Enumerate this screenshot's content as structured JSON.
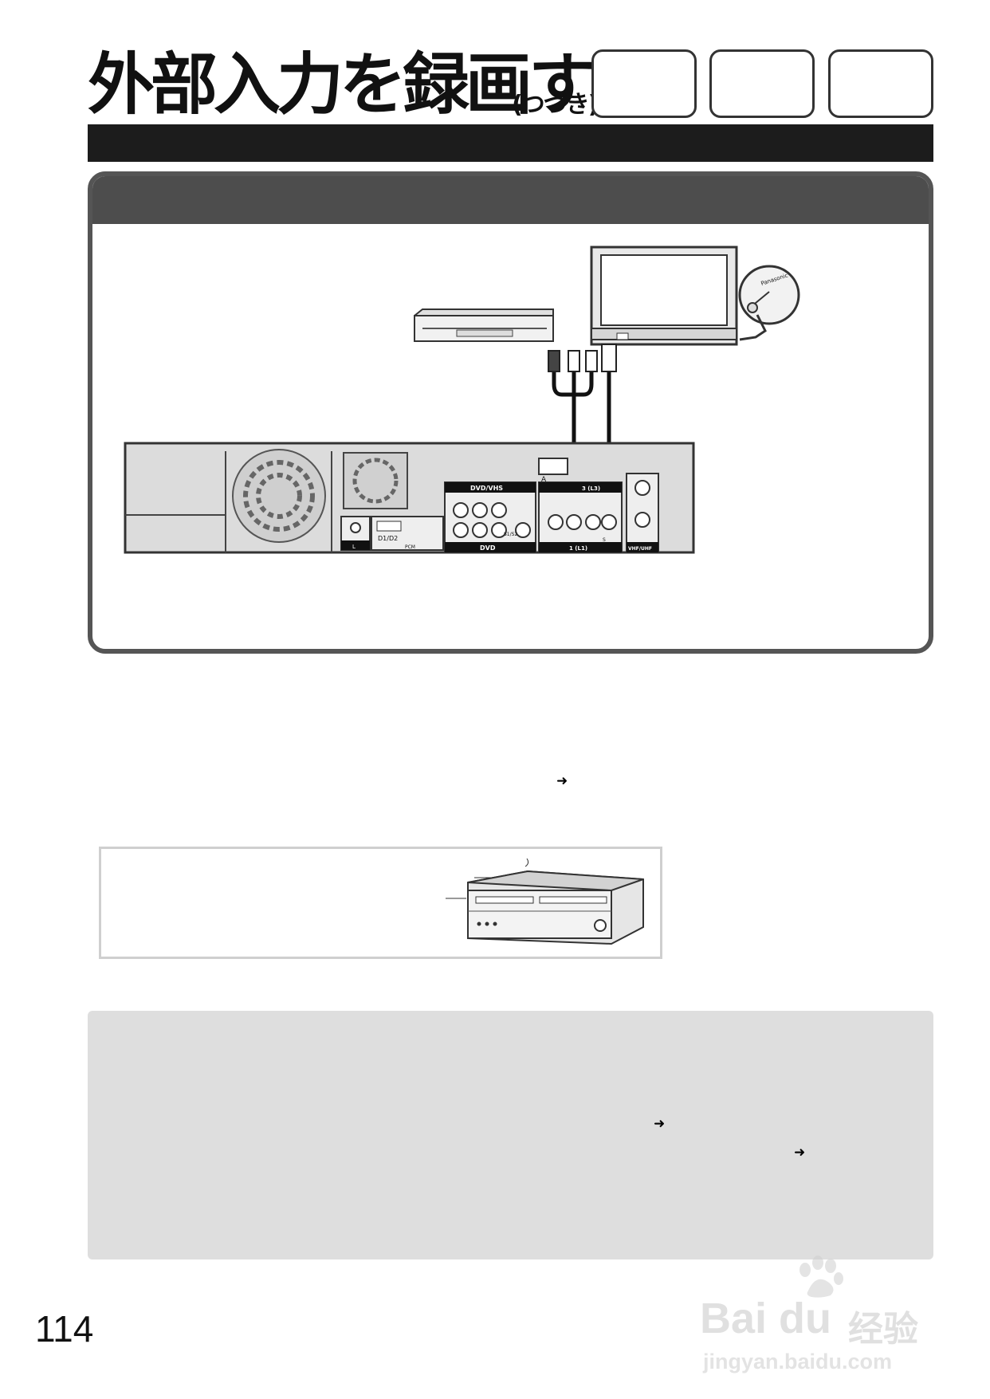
{
  "header": {
    "title": "外部入力を録画する",
    "title_suffix": "(つづき)"
  },
  "diagram": {
    "recorder_labels": {
      "dvd_vhs": "DVD/VHS",
      "dvd": "DVD",
      "input_3": "3 (L3)",
      "input_1": "1 (L1)",
      "d_out": "D1/D2",
      "pcm": "PCM",
      "s_out": "S1/S2",
      "s": "S",
      "vhf_uhf": "VHF/UHF",
      "l": "L",
      "a": "A"
    },
    "antenna_brand": "Panasonic"
  },
  "arrows": {
    "body_arrow": "➜",
    "info_arrow_1": "➜",
    "info_arrow_2": "➜"
  },
  "page": {
    "number": "114"
  },
  "watermark": {
    "brand": "Bai du",
    "product": "经验",
    "url": "jingyan.baidu.com"
  },
  "colors": {
    "title_bar": "#1c1c1c",
    "diagram_header": "#4d4d4d",
    "info_box": "#dedede"
  }
}
